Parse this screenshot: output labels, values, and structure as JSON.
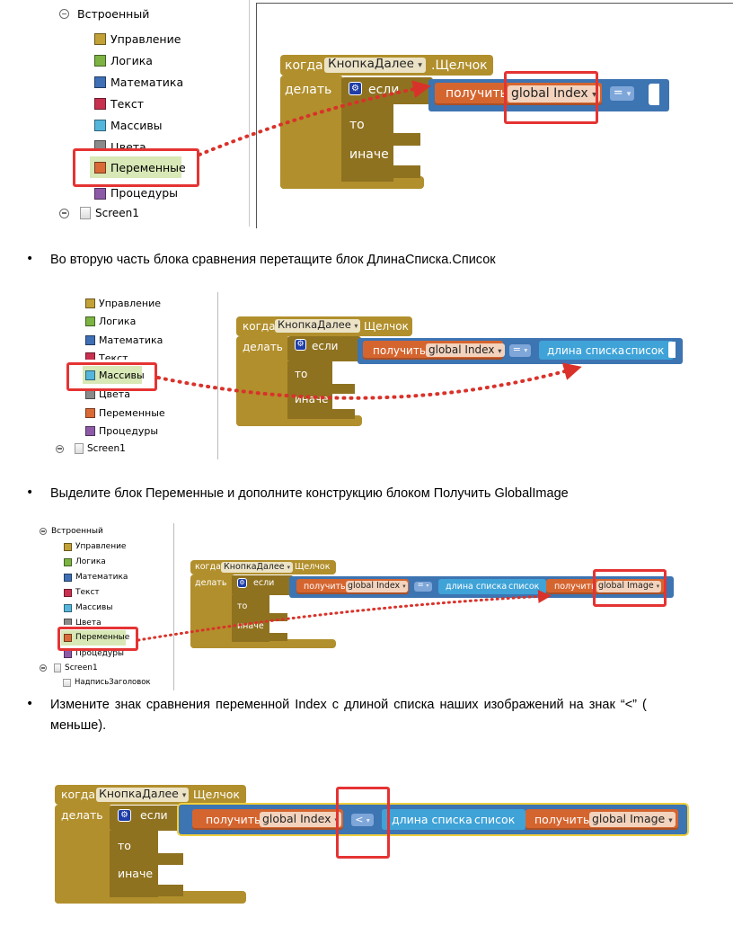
{
  "palette": {
    "builtin": "Встроенный",
    "control": "Управление",
    "logic": "Логика",
    "math": "Математика",
    "text": "Текст",
    "lists": "Массивы",
    "colors": "Цвета",
    "variables": "Переменные",
    "procedures": "Процедуры",
    "screen": "Screen1",
    "label_component": "НадписьЗаголовок"
  },
  "palette_colors": {
    "control": "#c2a136",
    "logic": "#7cb342",
    "math": "#3f6fb5",
    "text": "#c8304f",
    "lists": "#55b6dc",
    "colors": "#8a8a8a",
    "variables": "#d96a35",
    "procedures": "#8d5aa8"
  },
  "block": {
    "when": "когда",
    "component": "КнопкаДалее",
    "event": ".Щелчок",
    "event_plain": "Щелчок",
    "do": "делать",
    "if": "если",
    "then": "то",
    "else": "иначе",
    "get": "получить",
    "global_index": "global Index",
    "global_image": "global Image",
    "equals": "=",
    "less_than": "<",
    "list_length": "длина списка",
    "list_param": "список",
    "gear_icon": "gear-icon"
  },
  "steps": {
    "step2": "Во вторую часть блока сравнения перетащите блок ДлинаСписка.Список",
    "step3": "Выделите блок Переменные и дополните конструкцию блоком Получить GlobalImage",
    "step4_line1": "Измените знак сравнения переменной Index с  длиной списка наших изображений на знак  “<” (",
    "step4_line2": "меньше).",
    "bullet": "•"
  },
  "colors": {
    "gold_block": "#b18f2c",
    "blue_block": "#3d74b2",
    "orange_block": "#d5652f",
    "highlight_red": "#e53333",
    "dotted_arrow": "#d9322a"
  }
}
